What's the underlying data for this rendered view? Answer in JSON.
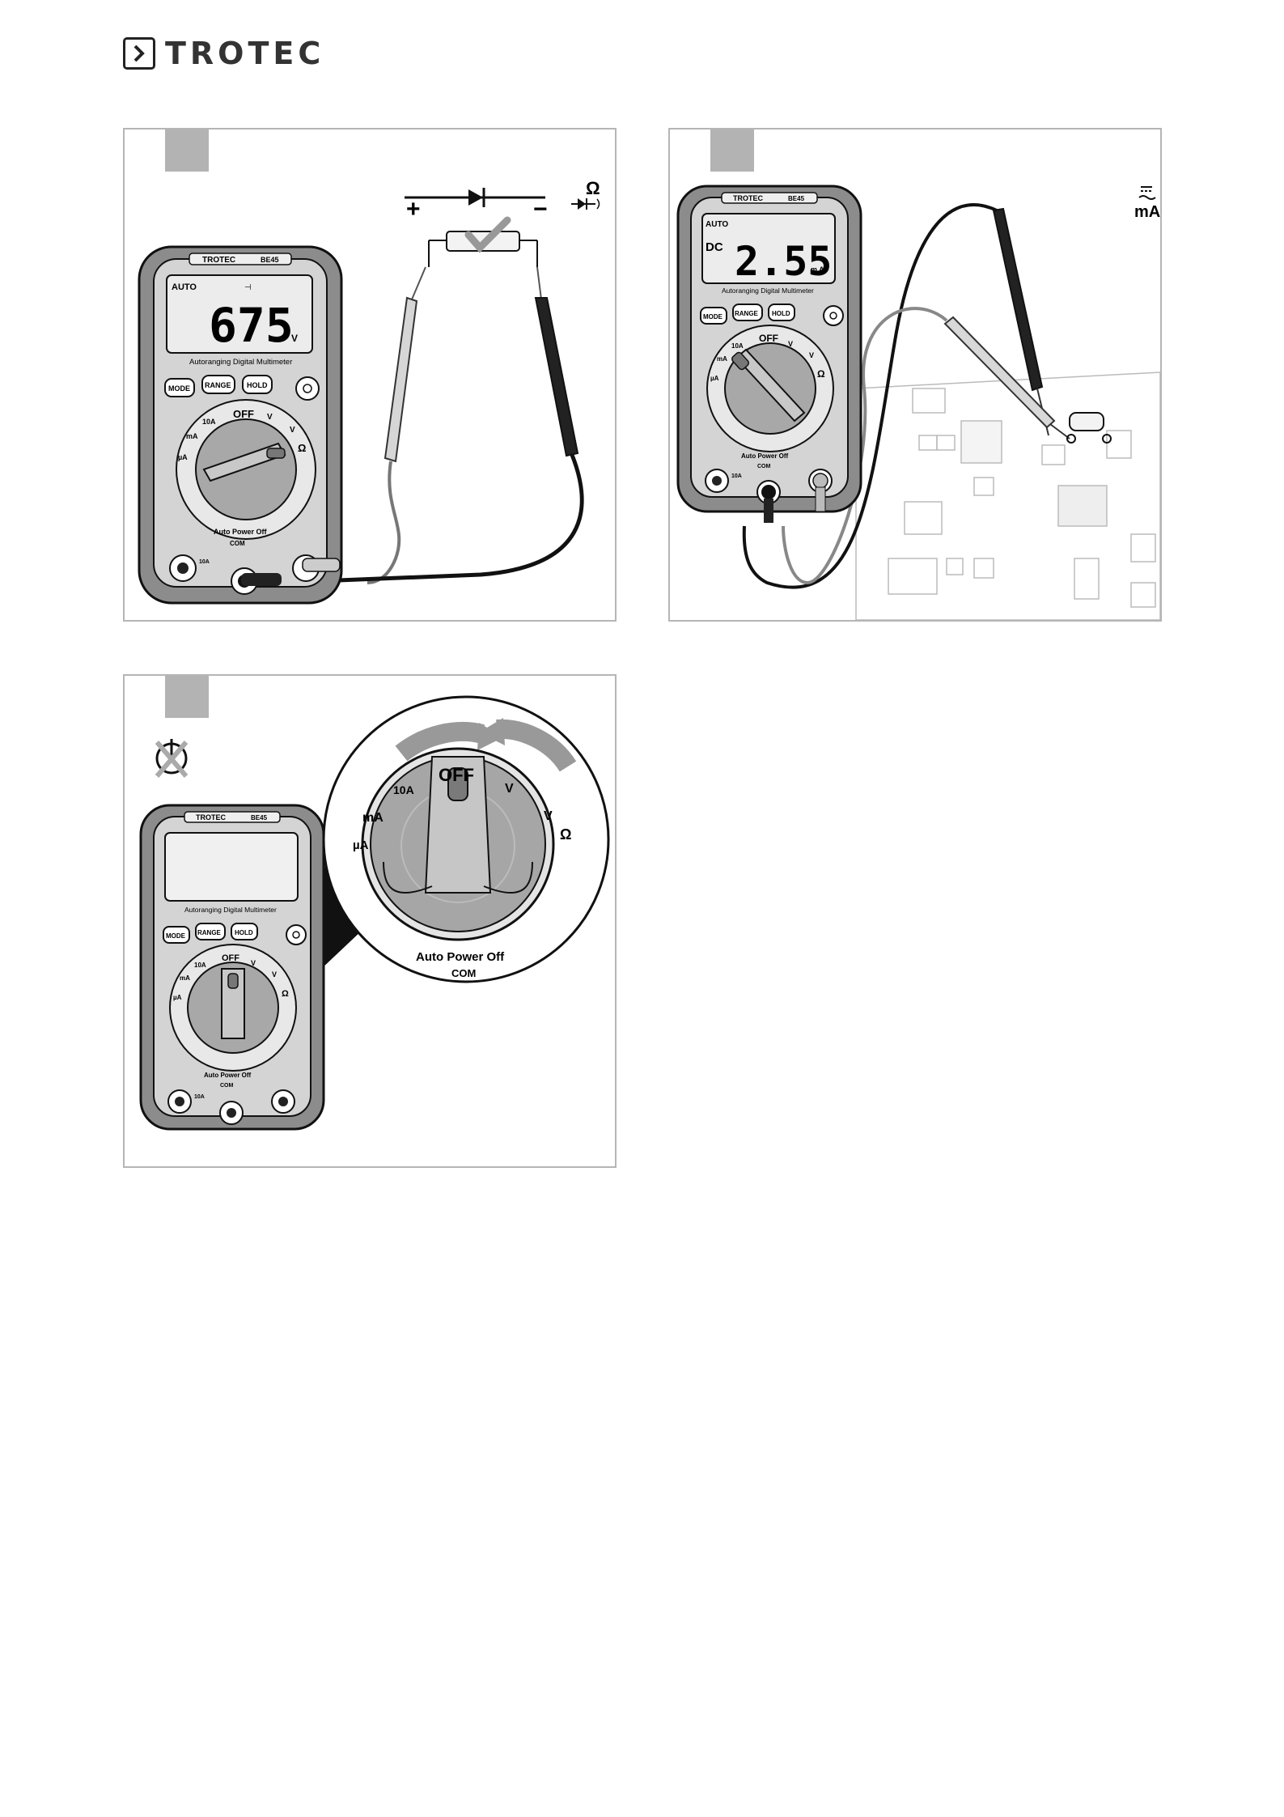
{
  "brand": {
    "name": "TROTEC"
  },
  "panels": [
    {
      "id": 1,
      "meter": {
        "brand": "TROTEC",
        "model": "BE45",
        "lcd_mode": "AUTO",
        "lcd_symbol": "⊣",
        "lcd_value": "675",
        "lcd_unit": "V",
        "caption": "Autoranging Digital Multimeter",
        "buttons": [
          "MODE",
          "RANGE",
          "HOLD"
        ],
        "dial_off": "OFF",
        "dial_10a": "10A",
        "dial_ma": "mA",
        "dial_ua": "µA",
        "dial_v": "V",
        "dial_ohm": "Ω",
        "auto_power_off": "Auto Power Off",
        "com": "COM",
        "jack_10a": "10A"
      },
      "circuit": {
        "plus": "+",
        "minus": "−",
        "ohm": "Ω"
      }
    },
    {
      "id": 2,
      "meter": {
        "brand": "TROTEC",
        "model": "BE45",
        "lcd_mode": "AUTO",
        "lcd_dc": "DC",
        "lcd_value": "2.55",
        "lcd_unit": "m A",
        "caption": "Autoranging Digital Multimeter",
        "buttons": [
          "MODE",
          "RANGE",
          "HOLD"
        ],
        "dial_off": "OFF",
        "dial_10a": "10A",
        "dial_ma": "mA",
        "dial_ua": "µA",
        "dial_v": "V",
        "dial_ohm": "Ω",
        "auto_power_off": "Auto Power Off",
        "com": "COM",
        "jack_10a": "10A"
      },
      "unit_label": "mA"
    },
    {
      "id": 3,
      "meter": {
        "brand": "TROTEC",
        "model": "BE45",
        "caption": "Autoranging Digital Multimeter",
        "buttons": [
          "MODE",
          "RANGE",
          "HOLD"
        ],
        "dial_off": "OFF",
        "dial_10a": "10A",
        "dial_ma": "mA",
        "dial_ua": "µA",
        "dial_v": "V",
        "dial_ohm": "Ω",
        "auto_power_off": "Auto Power Off",
        "com": "COM",
        "jack_10a": "10A"
      },
      "zoom": {
        "off": "OFF",
        "a10": "10A",
        "ma": "mA",
        "ua": "µA",
        "v_ac": "V",
        "v_dc": "V",
        "ohm": "Ω",
        "auto_power_off": "Auto Power Off",
        "com": "COM"
      }
    }
  ]
}
